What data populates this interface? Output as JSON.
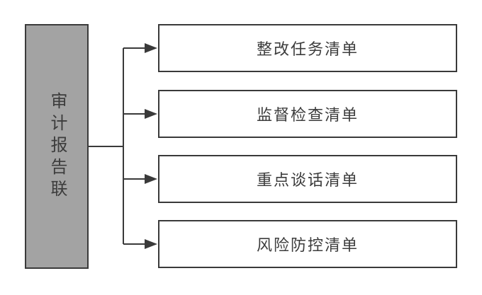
{
  "diagram": {
    "source_label": "审计报告联",
    "lists": [
      {
        "label": "整改任务清单"
      },
      {
        "label": "监督检查清单"
      },
      {
        "label": "重点谈话清单"
      },
      {
        "label": "风险防控清单"
      }
    ]
  },
  "icons": {
    "arrow": "arrow-right"
  },
  "colors": {
    "background": "#ffffff",
    "line": "#3a3a3a",
    "source_fill": "#a3a3a3",
    "list_fill": "#ffffff",
    "text": "#3c3c3c"
  }
}
